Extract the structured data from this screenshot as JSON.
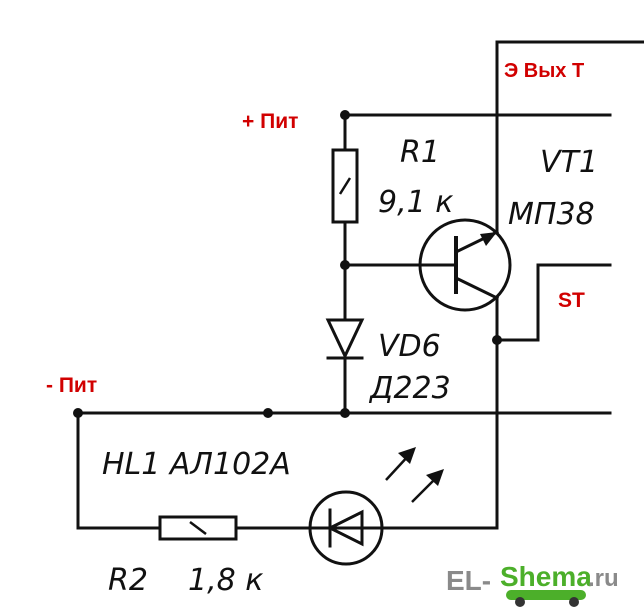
{
  "labels": {
    "plus_supply": "+ Пит",
    "minus_supply": "- Пит",
    "emitter_out": "Э Вых Т",
    "st": "ST",
    "r1_ref": "R1",
    "r1_value": "9,1 к",
    "vt1_ref": "VT1",
    "vt1_type": "МП38",
    "vd6_ref": "VD6",
    "vd6_type": "Д223",
    "hl1_label": "HL1 АЛ102А",
    "r2_ref": "R2",
    "r2_value": "1,8 к"
  },
  "watermark": {
    "text_left": "EL-",
    "text_right": "Shema",
    "suffix": ".ru"
  },
  "colors": {
    "label_red": "#d10000",
    "logo_gray": "#8a8a8a",
    "logo_green": "#4caf2a"
  }
}
